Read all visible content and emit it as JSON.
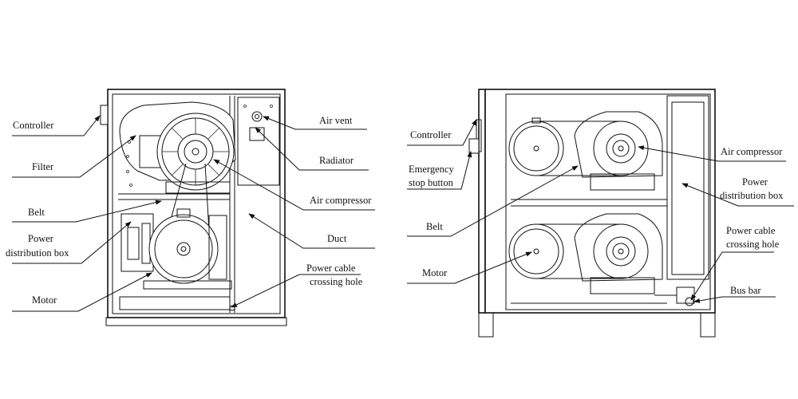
{
  "left_view": {
    "labels": {
      "controller": "Controller",
      "filter": "Filter",
      "belt": "Belt",
      "power_box_line1": "Power",
      "power_box_line2": "distribution box",
      "motor": "Motor",
      "air_vent": "Air vent",
      "radiator": "Radiator",
      "air_compressor": "Air compressor",
      "duct": "Duct",
      "cable_hole_line1": "Power cable",
      "cable_hole_line2": "crossing hole"
    }
  },
  "right_view": {
    "labels": {
      "controller": "Controller",
      "estop_line1": "Emergency",
      "estop_line2": "stop button",
      "belt": "Belt",
      "motor": "Motor",
      "air_compressor": "Air compressor",
      "power_box_line1": "Power",
      "power_box_line2": "distribution box",
      "cable_hole_line1": "Power   cable",
      "cable_hole_line2": "crossing hole",
      "bus_bar": "Bus bar"
    }
  }
}
